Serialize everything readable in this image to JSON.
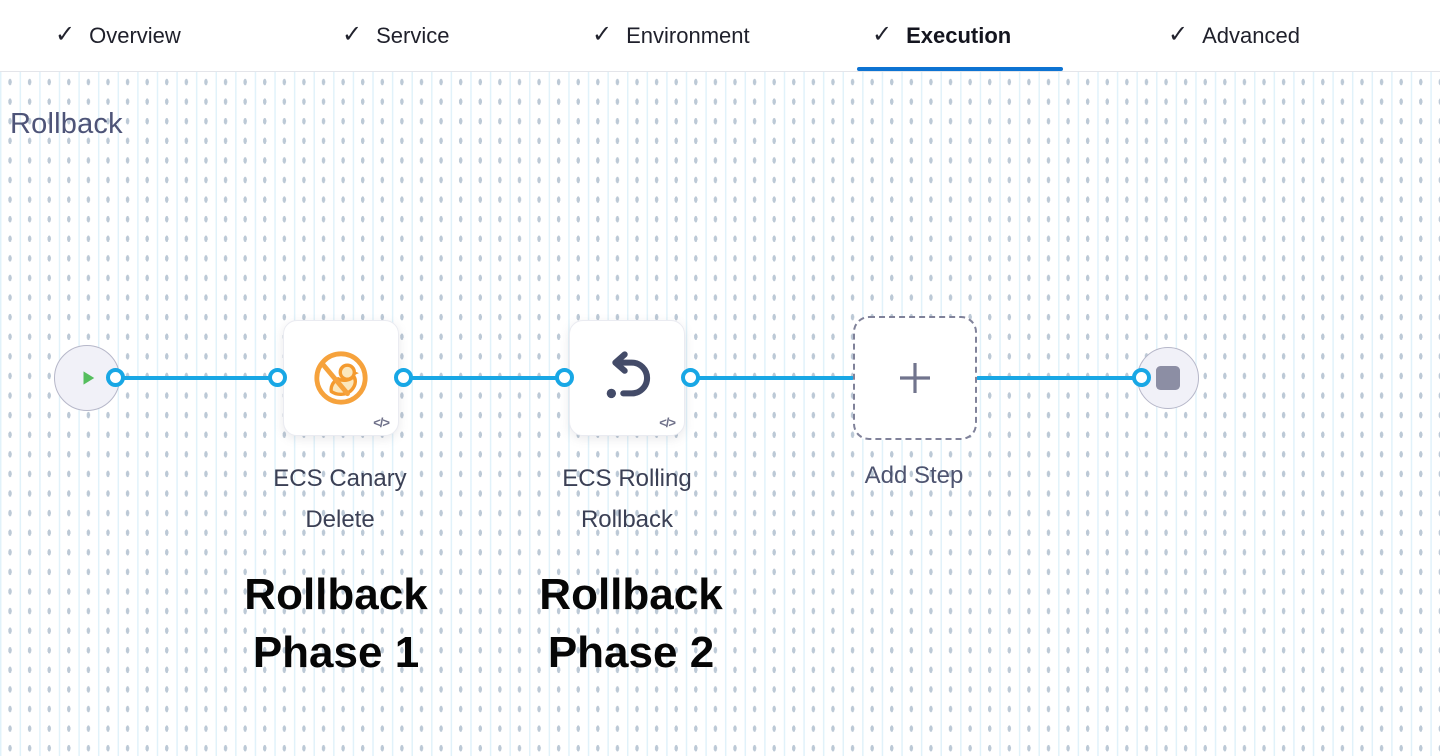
{
  "tab_bar": {
    "check_glyph": "✓",
    "tabs": [
      {
        "label": "Overview",
        "active": false
      },
      {
        "label": "Service",
        "active": false
      },
      {
        "label": "Environment",
        "active": false
      },
      {
        "label": "Execution",
        "active": true
      },
      {
        "label": "Advanced",
        "active": false
      }
    ]
  },
  "section": {
    "title": "Rollback"
  },
  "pipeline": {
    "start_node": {
      "icon": "play-icon"
    },
    "end_node": {
      "icon": "stop-icon"
    },
    "steps": [
      {
        "name": "ECS Canary Delete",
        "icon": "ecs-canary-delete-icon",
        "code_glyph": "</>",
        "annotation": "Rollback Phase 1"
      },
      {
        "name": "ECS Rolling Rollback",
        "icon": "ecs-rolling-rollback-icon",
        "code_glyph": "</>",
        "annotation": "Rollback Phase 2"
      }
    ],
    "add_step": {
      "label": "Add Step"
    }
  },
  "colors": {
    "active_tab_underline": "#0d73d2",
    "connector_blue": "#18a7e5",
    "canary_orange": "#f6a23c",
    "play_green": "#55be5e",
    "rollback_slate": "#434b68",
    "grid_dash": "#bcc9d6"
  }
}
